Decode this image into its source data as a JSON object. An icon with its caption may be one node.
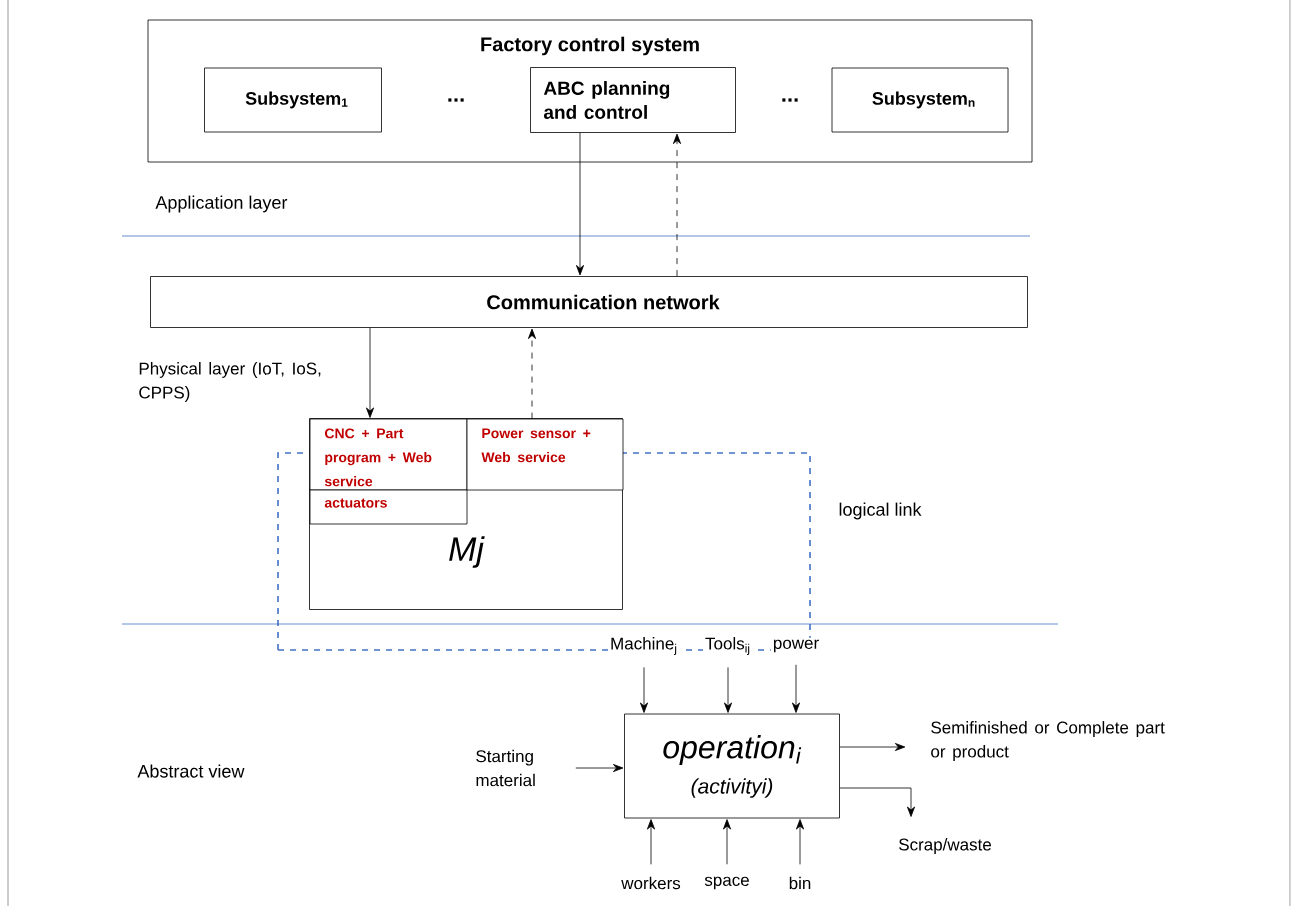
{
  "diagram": {
    "nodes": [
      {
        "text": [
          "Factory control system"
        ]
      },
      {
        "text": [
          "Subsystem$_{1}$"
        ],
        "in": 0
      },
      {
        "text": [
          "ABC planning and control"
        ],
        "in": 0
      },
      {
        "text": [
          "Subsystem$_{n}$"
        ],
        "in": 0
      },
      {
        "text": [
          "Communication network"
        ]
      },
      {
        "text": [
          "Mj"
        ]
      },
      {
        "text": [
          "CNC + Part program + Web service"
        ],
        "in": 5
      },
      {
        "text": [
          "Power sensor + Web service"
        ],
        "in": 5
      },
      {
        "text": [
          "actuators"
        ],
        "in": 5
      },
      {
        "text": [],
        "shape": "box",
        "beside": [
          "logical link"
        ]
      },
      {
        "text": [
          "operation$_{i}$",
          "(activityi)"
        ]
      },
      {
        "text": [
          "Machine$_{j}$"
        ]
      },
      {
        "text": [
          "Tools$_{ij}$"
        ]
      },
      {
        "text": [
          "power"
        ]
      },
      {
        "text": [
          "Starting material"
        ]
      },
      {
        "text": [
          "workers"
        ]
      },
      {
        "text": [
          "space"
        ]
      },
      {
        "text": [
          "bin"
        ]
      },
      {
        "text": [
          "Semifinished or Complete part or product"
        ]
      },
      {
        "text": [
          "Scrap/waste"
        ]
      }
    ],
    "edges": [
      {
        "from": 2,
        "to": 4,
        "arrow": "to"
      },
      {
        "from": 4,
        "to": 2,
        "arrow": "to",
        "style": "dashed"
      },
      {
        "from": 4,
        "to": 6,
        "arrow": "to"
      },
      {
        "from": 7,
        "to": 4,
        "arrow": "to",
        "style": "dashed"
      },
      {
        "from": 11,
        "to": 10,
        "arrow": "to"
      },
      {
        "from": 12,
        "to": 10,
        "arrow": "to"
      },
      {
        "from": 13,
        "to": 10,
        "arrow": "to"
      },
      {
        "from": 14,
        "to": 10,
        "arrow": "to"
      },
      {
        "from": 15,
        "to": 10,
        "arrow": "to"
      },
      {
        "from": 16,
        "to": 10,
        "arrow": "to"
      },
      {
        "from": 17,
        "to": 10,
        "arrow": "to"
      },
      {
        "from": 10,
        "to": 18,
        "arrow": "to"
      },
      {
        "from": 10,
        "to": 19,
        "arrow": "to"
      }
    ],
    "labels": [
      "...",
      "...",
      "Application layer",
      "Physical layer (IoT, IoS, CPPS)",
      "Abstract view"
    ]
  }
}
